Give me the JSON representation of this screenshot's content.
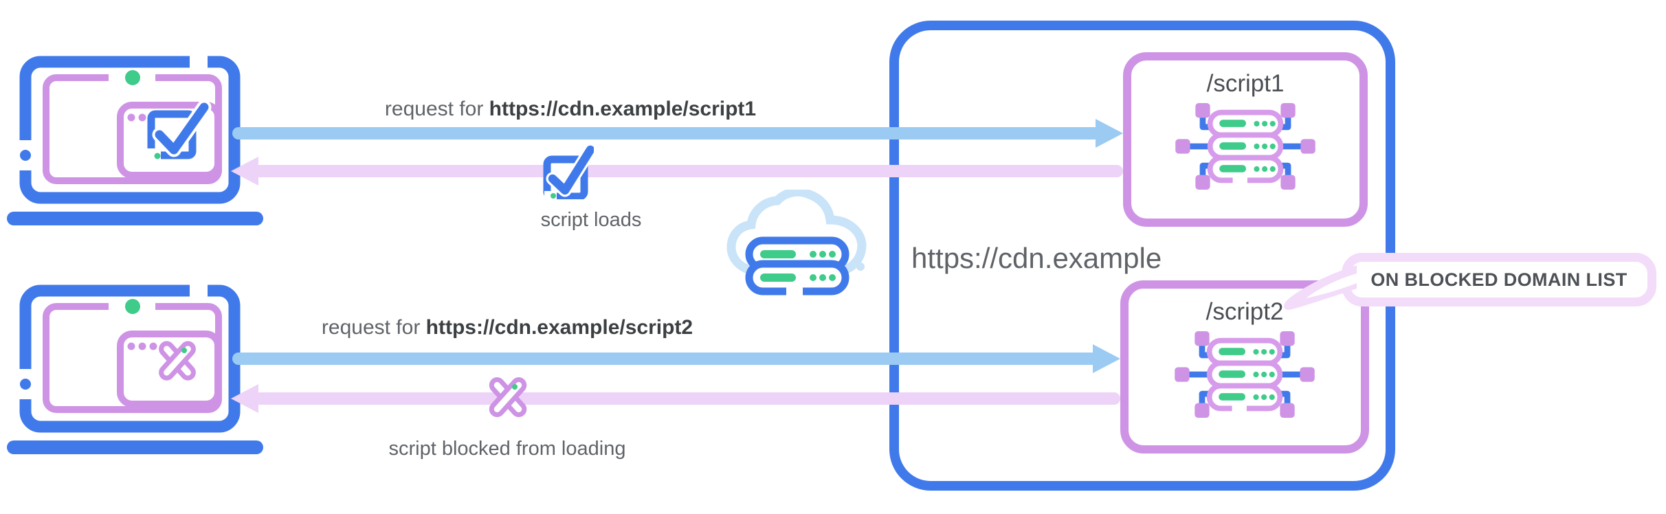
{
  "palette": {
    "blue": "#407AEA",
    "light_blue_arrow": "#9BCBF3",
    "cloud_blue": "#C9E3F8",
    "purple": "#CE93E5",
    "pink_arrow": "#EDD3F7",
    "callout_pink": "#F3DBFA",
    "green": "#3FCB8A",
    "text_gray": "#5F6368",
    "text_dark": "#3C4043"
  },
  "clients": {
    "allowed": {
      "icon": "laptop-check-browser-icon"
    },
    "blocked": {
      "icon": "laptop-blocked-x-browser-icon"
    }
  },
  "flows": [
    {
      "request_prefix": "request for ",
      "request_url": "https://cdn.example/script1",
      "result_label": "script loads",
      "result_icon": "checkbox-check-icon"
    },
    {
      "request_prefix": "request for ",
      "request_url": "https://cdn.example/script2",
      "result_label": "script blocked from loading",
      "result_icon": "blocked-x-icon"
    }
  ],
  "network": {
    "icon": "cloud-server-icon"
  },
  "cdn": {
    "domain_label": "https://cdn.example",
    "endpoints": [
      {
        "label": "/script1",
        "icon": "server-network-icon"
      },
      {
        "label": "/script2",
        "icon": "server-network-icon",
        "callout": "ON BLOCKED DOMAIN LIST"
      }
    ]
  }
}
